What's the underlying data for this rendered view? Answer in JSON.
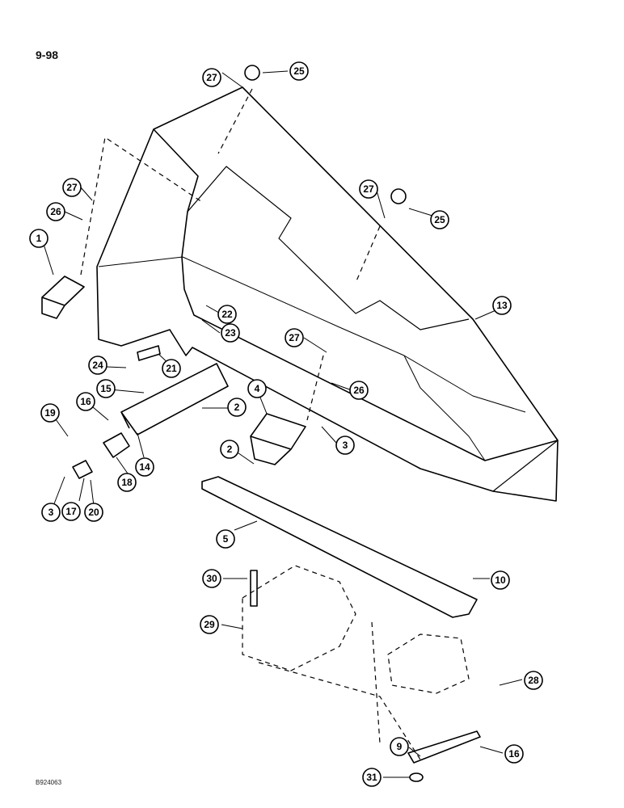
{
  "page_number": "9-98",
  "drawing_code": "B924063",
  "callouts": [
    {
      "label": "1"
    },
    {
      "label": "2"
    },
    {
      "label": "2"
    },
    {
      "label": "2"
    },
    {
      "label": "3"
    },
    {
      "label": "3"
    },
    {
      "label": "3"
    },
    {
      "label": "4"
    },
    {
      "label": "5"
    },
    {
      "label": "9"
    },
    {
      "label": "10"
    },
    {
      "label": "13"
    },
    {
      "label": "14"
    },
    {
      "label": "15"
    },
    {
      "label": "16"
    },
    {
      "label": "16"
    },
    {
      "label": "17"
    },
    {
      "label": "18"
    },
    {
      "label": "19"
    },
    {
      "label": "20"
    },
    {
      "label": "21"
    },
    {
      "label": "22"
    },
    {
      "label": "23"
    },
    {
      "label": "24"
    },
    {
      "label": "25"
    },
    {
      "label": "25"
    },
    {
      "label": "26"
    },
    {
      "label": "26"
    },
    {
      "label": "27"
    },
    {
      "label": "27"
    },
    {
      "label": "27"
    },
    {
      "label": "28"
    },
    {
      "label": "29"
    },
    {
      "label": "30"
    },
    {
      "label": "31"
    }
  ]
}
